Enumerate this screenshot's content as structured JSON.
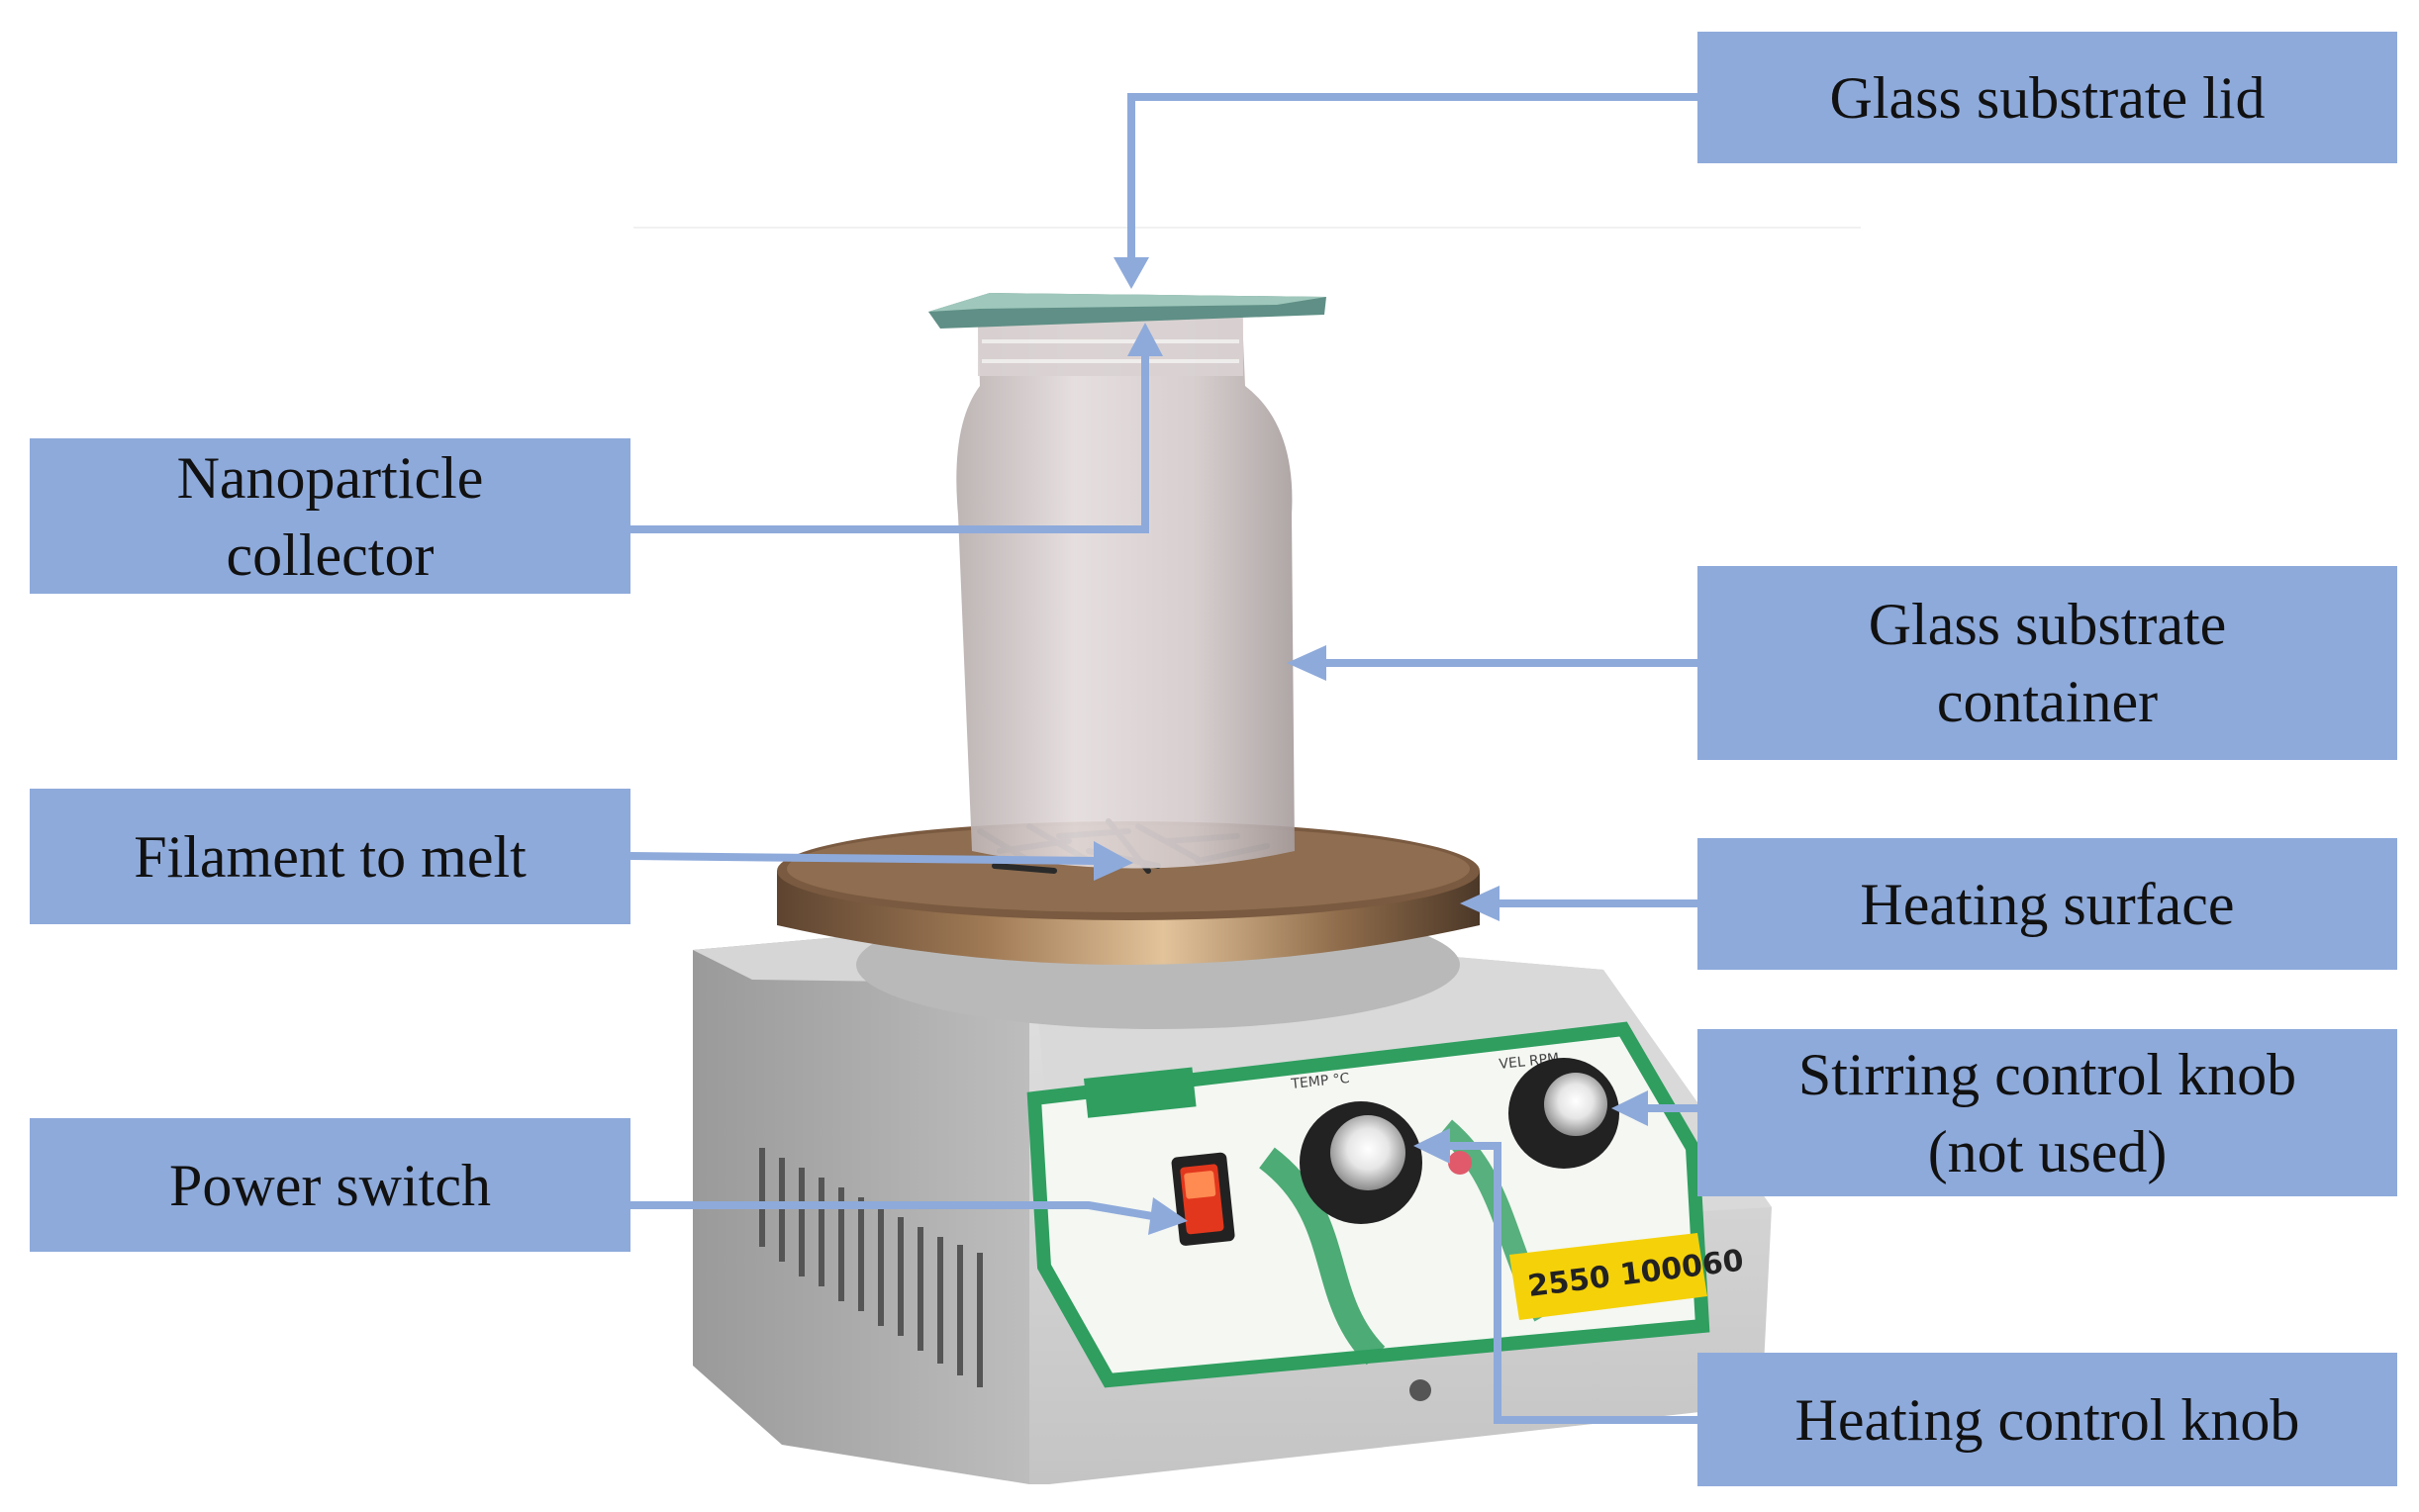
{
  "labels": {
    "glass_substrate_lid": "Glass substrate lid",
    "nanoparticle_collector": [
      "Nanoparticle",
      "collector"
    ],
    "glass_substrate_container": [
      "Glass substrate",
      "container"
    ],
    "filament_to_melt": "Filament to melt",
    "heating_surface": "Heating surface",
    "stirring_control_knob": [
      "Stirring control knob",
      "(not used)"
    ],
    "power_switch": "Power switch",
    "heating_control_knob": "Heating control knob"
  },
  "device_markings": {
    "serial_plate": "2550 100060",
    "temp_dial_label": "TEMP °C",
    "vel_dial_label": "VEL RPM"
  },
  "colors": {
    "label_fill": "#8eaadb",
    "arrow": "#8eaadb",
    "device_body": "#cfcfcf",
    "panel_green": "#2f9e5f",
    "serial_plate": "#f5d10a"
  }
}
